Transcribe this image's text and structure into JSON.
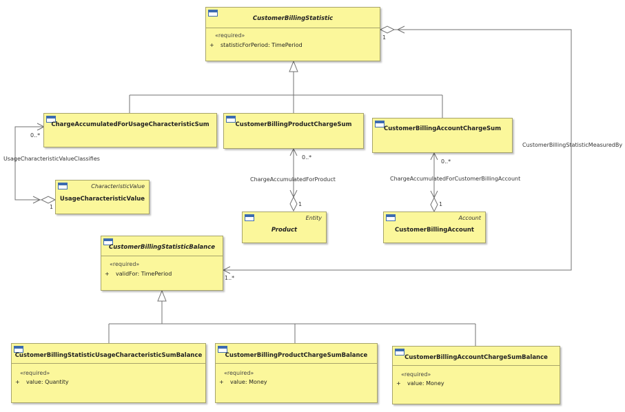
{
  "classes": {
    "cbs": {
      "name": "CustomerBillingStatistic",
      "stereotype": "«required»",
      "visibility": "+",
      "attribute": "statisticForPeriod: TimePeriod"
    },
    "cauc": {
      "name": "ChargeAccumulatedForUsageCharacteristicSum"
    },
    "cbpcs": {
      "name": "CustomerBillingProductChargeSum"
    },
    "cbacs": {
      "name": "CustomerBillingAccountChargeSum"
    },
    "ucv": {
      "name": "UsageCharacteristicValue",
      "stereotype": "CharacteristicValue"
    },
    "product": {
      "name": "Product",
      "stereotype": "Entity"
    },
    "cba": {
      "name": "CustomerBillingAccount",
      "stereotype": "Account"
    },
    "cbsb": {
      "name": "CustomerBillingStatisticBalance",
      "stereotype": "«required»",
      "visibility": "+",
      "attribute": "validFor: TimePeriod"
    },
    "cbsucsb": {
      "name": "CustomerBillingStatisticUsageCharacteristicSumBalance",
      "stereotype": "«required»",
      "visibility": "+",
      "attribute": "value: Quantity"
    },
    "cbpcsb": {
      "name": "CustomerBillingProductChargeSumBalance",
      "stereotype": "«required»",
      "visibility": "+",
      "attribute": "value: Money"
    },
    "cbacsb": {
      "name": "CustomerBillingAccountChargeSumBalance",
      "stereotype": "«required»",
      "visibility": "+",
      "attribute": "value: Money"
    }
  },
  "associations": {
    "usage_classifies": {
      "name": "UsageCharacteristicValueClassifies",
      "source_mult": "0..*",
      "target_mult": "1"
    },
    "for_product": {
      "name": "ChargeAccumulatedForProduct",
      "source_mult": "0..*",
      "target_mult": "1"
    },
    "for_account": {
      "name": "ChargeAccumulatedForCustomerBillingAccount",
      "source_mult": "0..*",
      "target_mult": "1"
    },
    "measured_by": {
      "name": "CustomerBillingStatisticMeasuredBy",
      "source_mult": "1..*",
      "target_mult": "1"
    }
  },
  "colors": {
    "class_fill": "#fbf79b",
    "class_border": "#a6a36a",
    "line": "#707070",
    "icon": "#3c6bb0"
  }
}
